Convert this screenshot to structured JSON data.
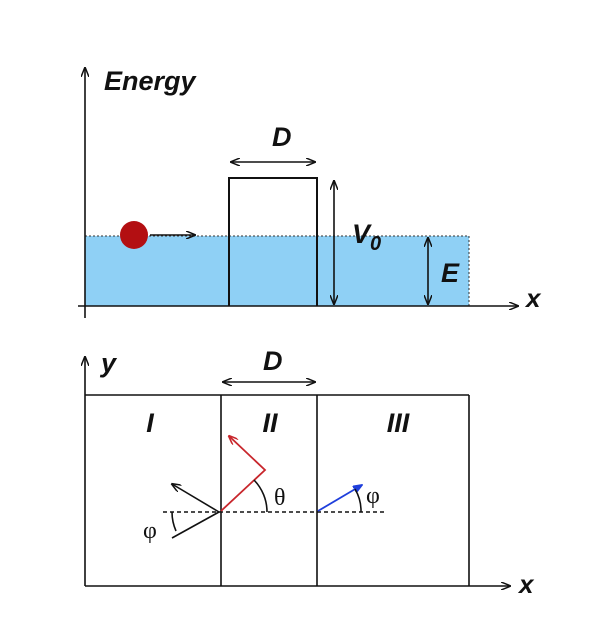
{
  "top_panel": {
    "y_axis_label": "Energy",
    "x_axis_label": "x",
    "barrier_width_label": "D",
    "barrier_height_label_main": "V",
    "barrier_height_label_sub": "0",
    "energy_label": "E",
    "water_color": "#8fd0f5",
    "particle_color": "#b30f12"
  },
  "bottom_panel": {
    "y_axis_label": "y",
    "x_axis_label": "x",
    "width_label": "D",
    "regions": [
      "I",
      "II",
      "III"
    ],
    "angle_phi_left": "φ",
    "angle_theta": "θ",
    "angle_phi_right": "φ",
    "red_arrow_color": "#c8262c",
    "blue_arrow_color": "#1f3fdc"
  }
}
